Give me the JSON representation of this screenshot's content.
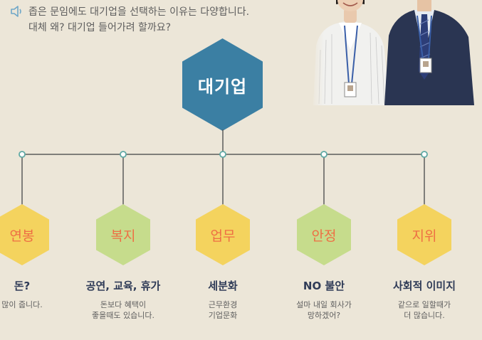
{
  "intro": {
    "line1": "좁은 문임에도 대기업을 선택하는 이유는 다양합니다.",
    "line2": "대체 왜? 대기업 들어가려 할까요?",
    "icon": "speaker-icon"
  },
  "center": {
    "label": "대기업",
    "color": "#3b7fa3"
  },
  "colors": {
    "yellow_hex": "#f4d35e",
    "green_hex": "#c6dc8c",
    "line": "#5b5b5b",
    "dot": "#5fa9a4"
  },
  "nodes": [
    {
      "label": "연봉",
      "title": "돈?",
      "desc": [
        "많이 줍니다."
      ],
      "color": "yellow"
    },
    {
      "label": "복지",
      "title": "공연, 교육, 휴가",
      "desc": [
        "돈보다 혜택이",
        "좋을때도 있습니다."
      ],
      "color": "green"
    },
    {
      "label": "업무",
      "title": "세분화",
      "desc": [
        "근무환경",
        "기업문화"
      ],
      "color": "yellow"
    },
    {
      "label": "안정",
      "title": "NO 불안",
      "desc": [
        "설마 내일 회사가",
        "망하겠어?"
      ],
      "color": "green"
    },
    {
      "label": "지위",
      "title": "사회적 이미지",
      "desc": [
        "같으로 일할때가",
        "더 많습니다."
      ],
      "color": "yellow"
    }
  ]
}
